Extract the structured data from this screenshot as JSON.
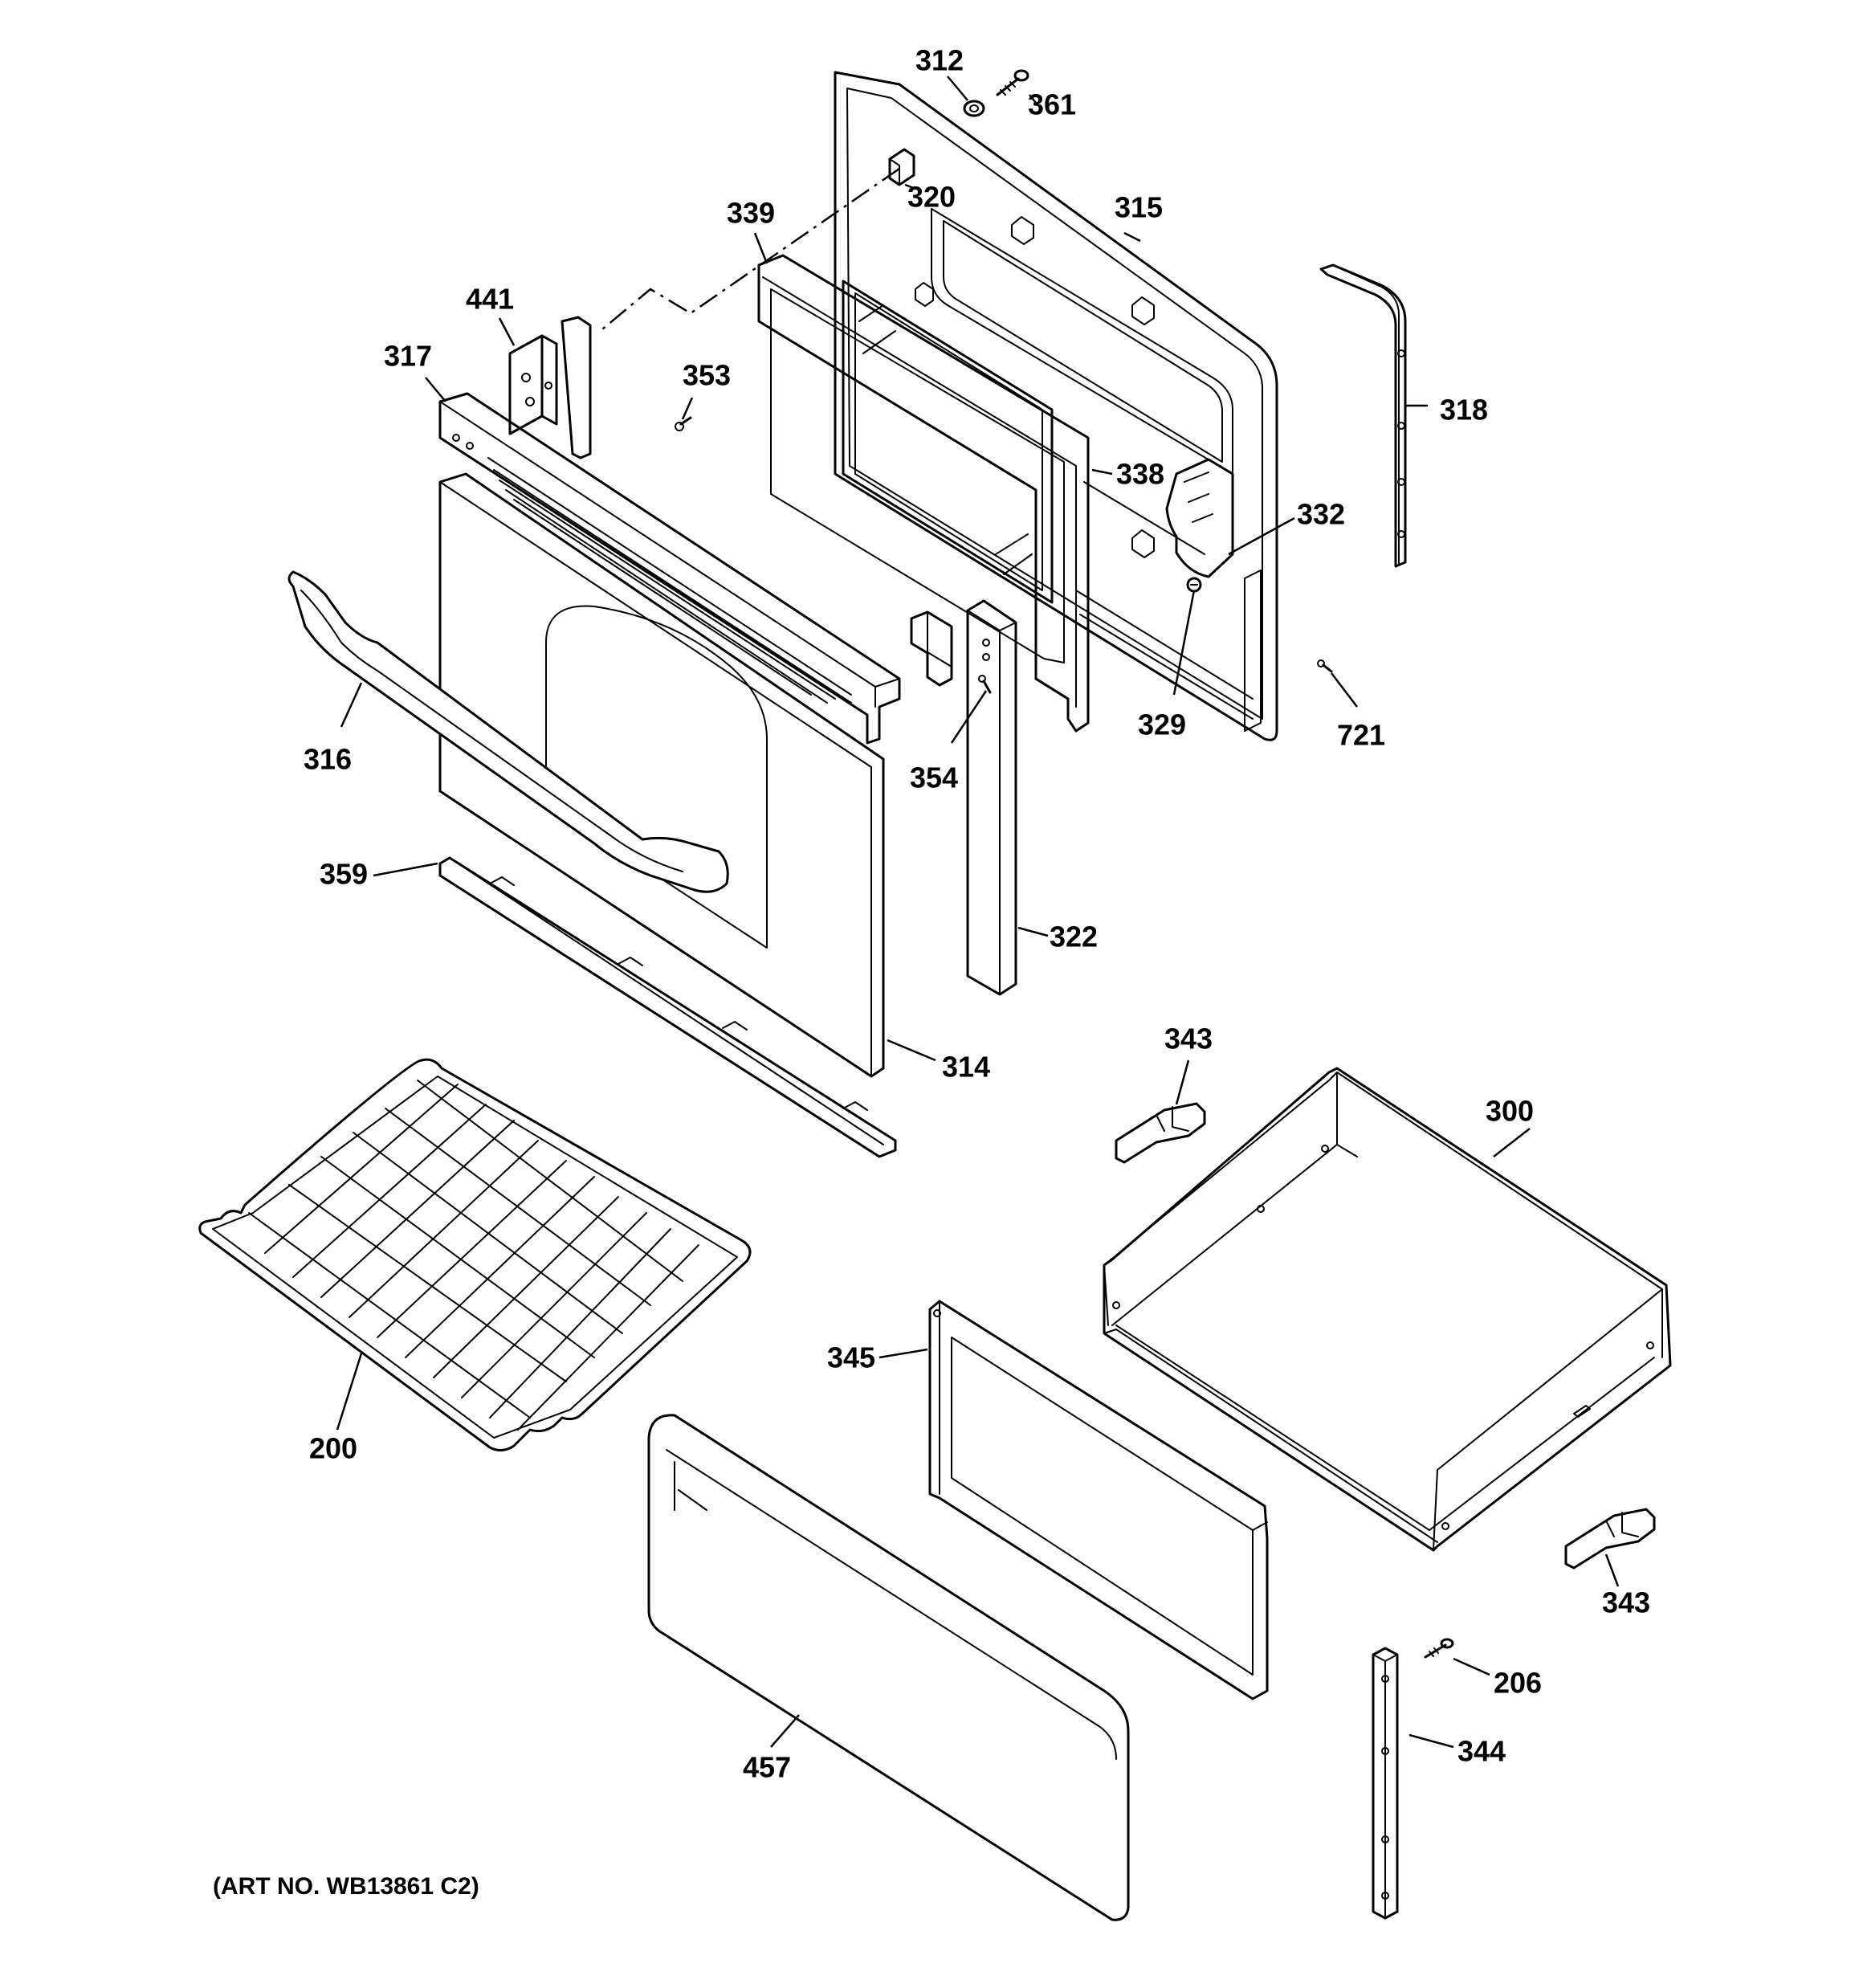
{
  "diagram": {
    "art_number": "(ART NO. WB13861 C2)",
    "callouts": [
      "312",
      "361",
      "320",
      "315",
      "339",
      "441",
      "317",
      "353",
      "318",
      "338",
      "332",
      "329",
      "721",
      "316",
      "354",
      "359",
      "322",
      "314",
      "343",
      "300",
      "345",
      "200",
      "343",
      "206",
      "344",
      "457"
    ]
  }
}
